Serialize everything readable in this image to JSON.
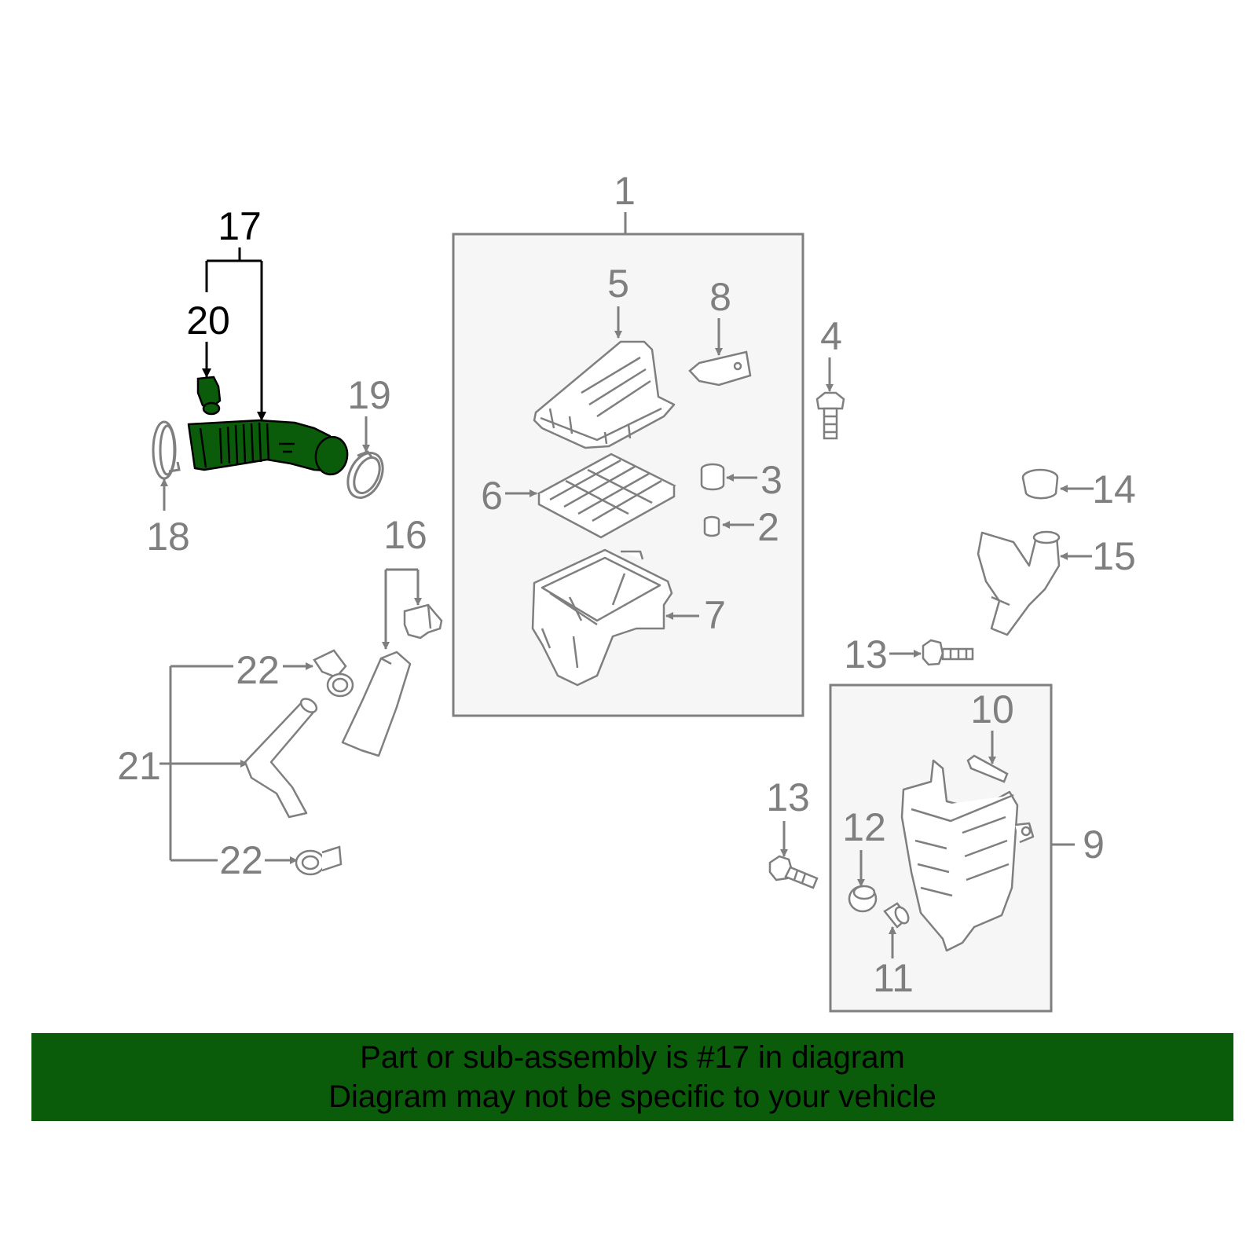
{
  "banner": {
    "line1": "Part or sub-assembly is #17 in diagram",
    "line2": "Diagram may not be specific to your vehicle"
  },
  "callouts": {
    "c1": "1",
    "c2": "2",
    "c3": "3",
    "c4": "4",
    "c5": "5",
    "c6": "6",
    "c7": "7",
    "c8": "8",
    "c9": "9",
    "c10": "10",
    "c11": "11",
    "c12": "12",
    "c13a": "13",
    "c13b": "13",
    "c14": "14",
    "c15": "15",
    "c16": "16",
    "c17": "17",
    "c18": "18",
    "c19": "19",
    "c20": "20",
    "c21": "21",
    "c22a": "22",
    "c22b": "22"
  },
  "colors": {
    "highlight_part": "#0a5c0a",
    "banner_bg": "#0a5c0a",
    "gray_line": "#7f7f7f",
    "box_fill": "#f6f6f6"
  }
}
